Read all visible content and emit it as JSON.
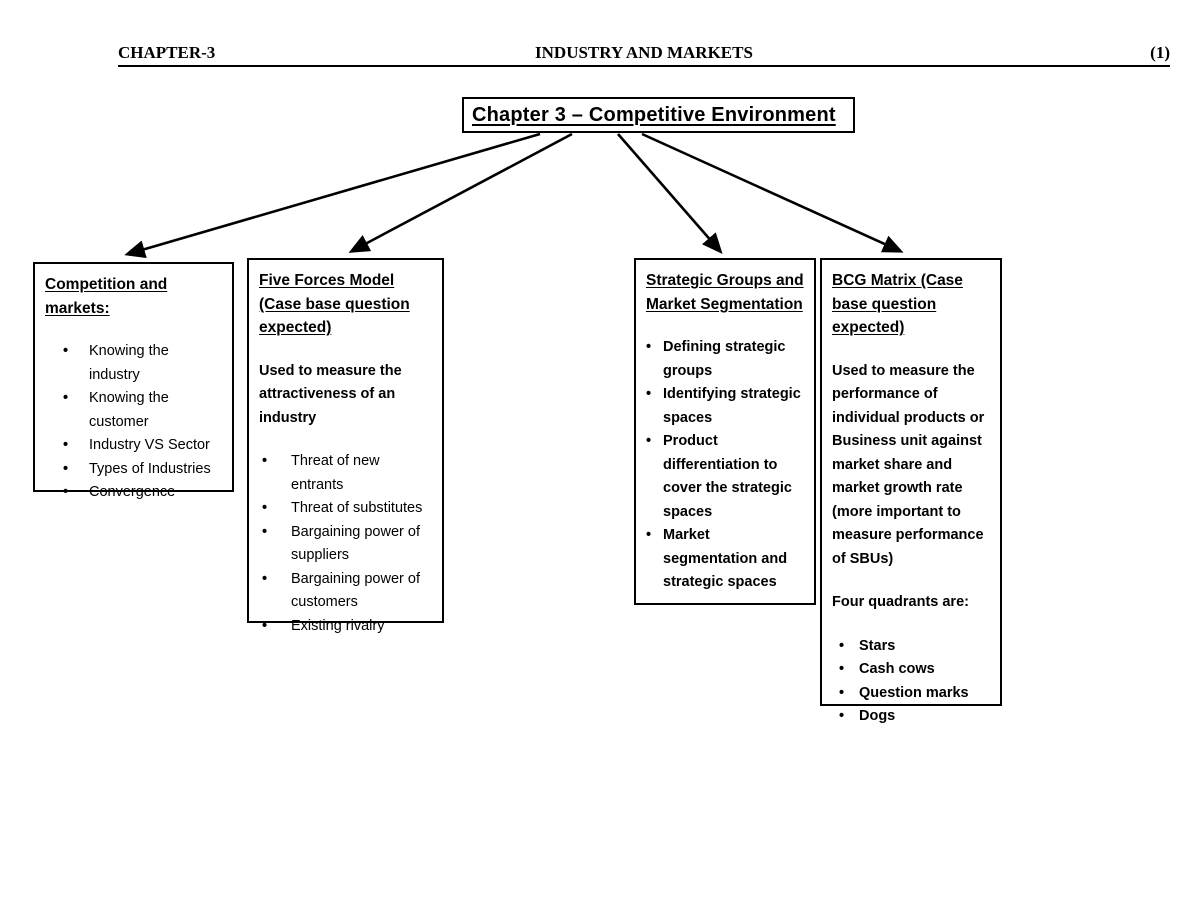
{
  "colors": {
    "ink": "#000000",
    "background": "#ffffff"
  },
  "header": {
    "left": "CHAPTER-3",
    "center": "INDUSTRY AND MARKETS",
    "right": "(1)"
  },
  "title_box": {
    "label": "Chapter 3 – Competitive Environment"
  },
  "diagram": {
    "nodes": [
      {
        "heading": "Competition and markets:",
        "bullets": [
          "Knowing the industry",
          "Knowing the customer",
          "Industry VS Sector",
          "Types of Industries",
          "Convergence"
        ]
      },
      {
        "heading": "Five Forces Model (Case base question expected)",
        "intro": "Used to measure the attractiveness of an industry",
        "bullets": [
          "Threat of new entrants",
          "Threat of substitutes",
          "Bargaining power of suppliers",
          "Bargaining power of customers",
          "Existing rivalry"
        ]
      },
      {
        "heading": "Strategic Groups and Market Segmentation",
        "bullets": [
          "Defining strategic groups",
          "Identifying strategic spaces",
          "Product differentiation to cover the strategic spaces",
          "Market segmentation and strategic spaces"
        ]
      },
      {
        "heading": "BCG Matrix (Case base question expected)",
        "intro": "Used to measure the performance of individual products or Business unit against market share and market growth rate (more important to measure performance of SBUs)",
        "intro2": "Four quadrants are:",
        "bullets": [
          "Stars",
          "Cash cows",
          "Question marks",
          "Dogs"
        ]
      }
    ]
  }
}
